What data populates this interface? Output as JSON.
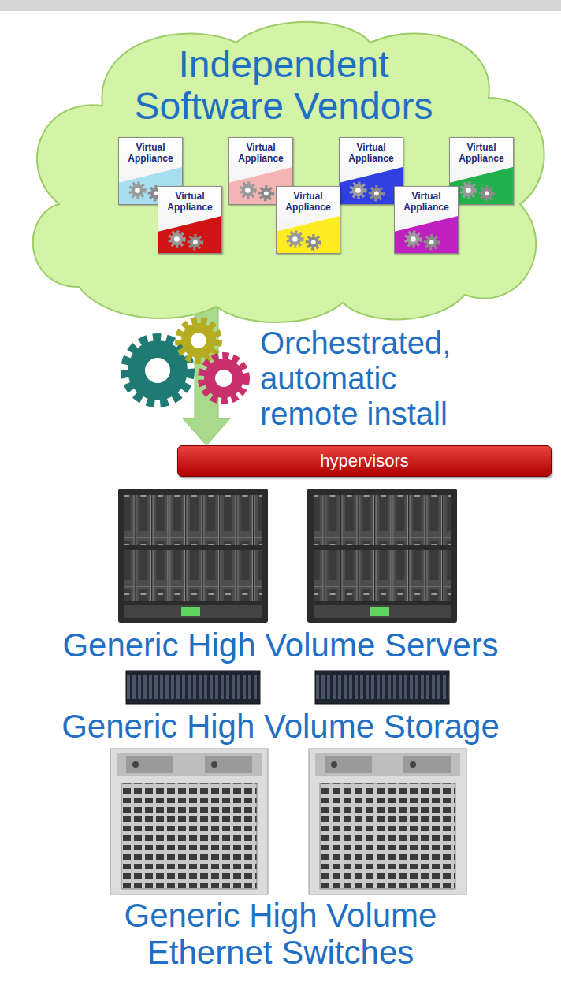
{
  "diagram": {
    "nodes": [
      {
        "text": [
          "Independent Software Vendors"
        ]
      },
      {
        "text": [
          "Virtual Appliance"
        ],
        "in": 0
      },
      {
        "text": [
          "Virtual Appliance"
        ],
        "in": 0
      },
      {
        "text": [
          "Virtual Appliance"
        ],
        "in": 0
      },
      {
        "text": [
          "Virtual Appliance"
        ],
        "in": 0
      },
      {
        "text": [
          "Virtual Appliance"
        ],
        "in": 0
      },
      {
        "text": [
          "Virtual Appliance"
        ],
        "in": 0
      },
      {
        "text": [
          "Virtual Appliance"
        ],
        "in": 0
      },
      {
        "text": [
          "hypervisors"
        ]
      }
    ],
    "edges": [
      {
        "from": 0,
        "to": 8,
        "arrow": "to"
      }
    ],
    "labels": [
      "Orchestrated, automatic remote install",
      "Generic High Volume Servers",
      "Generic High Volume Storage",
      "Generic High Volume Ethernet Switches"
    ]
  }
}
